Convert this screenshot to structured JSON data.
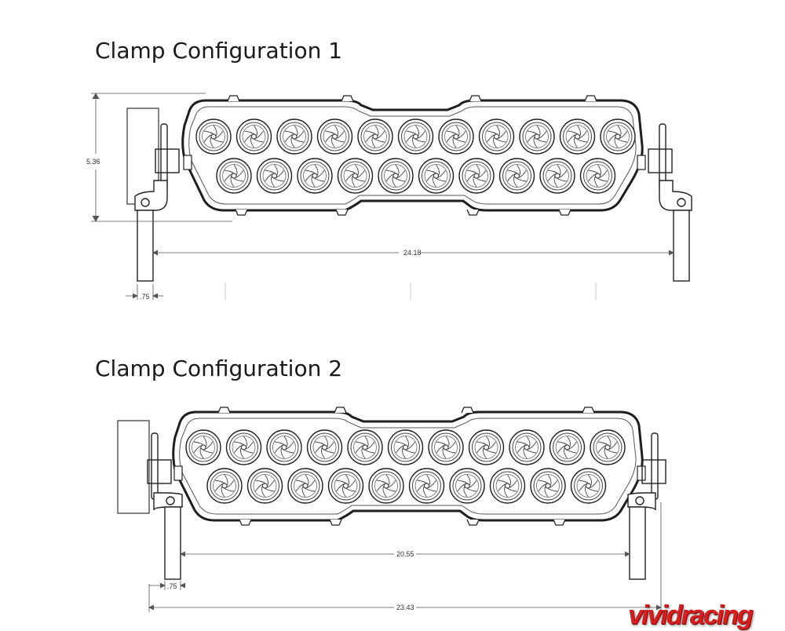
{
  "figure": {
    "config1": {
      "title": "Clamp Configuration 1",
      "dims": {
        "height": "5.36",
        "width": "24.18",
        "offset": ".75"
      }
    },
    "config2": {
      "title": "Clamp Configuration 2",
      "dims": {
        "inner": "20.55",
        "offset": ".75",
        "overall": "23.43"
      }
    }
  },
  "brand": {
    "logo_text": "vividracing",
    "color": "#d61e1e"
  },
  "drawing": {
    "rows": 2,
    "leds_per_row": [
      11,
      10
    ]
  }
}
